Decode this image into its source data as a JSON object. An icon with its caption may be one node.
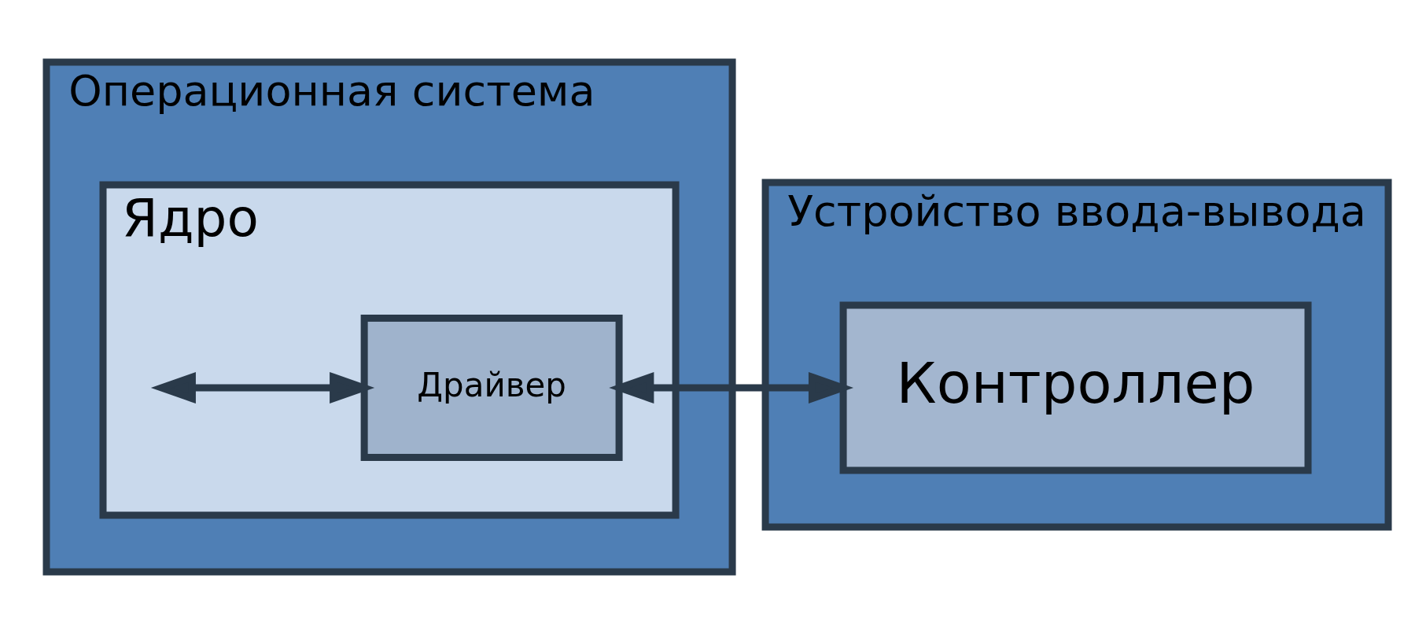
{
  "diagram": {
    "nodes": [
      {
        "text": [
          "Операционная система"
        ]
      },
      {
        "text": [
          "Ядро"
        ],
        "in": 0
      },
      {
        "text": [
          "Драйвер"
        ],
        "in": 1
      },
      {
        "text": [
          "Устройство ввода-вывода"
        ]
      },
      {
        "text": [
          "Контроллер"
        ],
        "in": 3
      }
    ],
    "edges": [
      {
        "from": null,
        "to": 2,
        "arrow": "both"
      },
      {
        "from": 2,
        "to": 4,
        "arrow": "both"
      }
    ]
  }
}
